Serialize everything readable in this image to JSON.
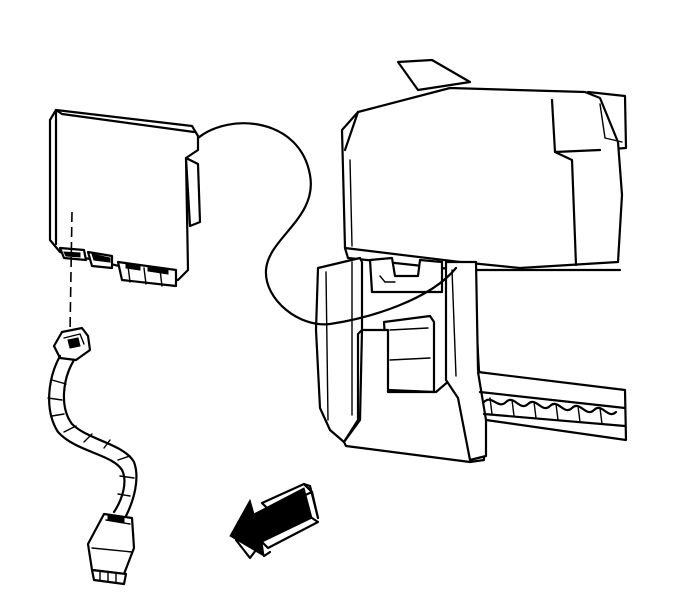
{
  "diagram": {
    "parts": [
      "control-module",
      "wiring-harness-connector",
      "instrument-panel-carrier",
      "direction-arrow"
    ],
    "colors": {
      "line": "#000000",
      "background": "#ffffff"
    }
  }
}
